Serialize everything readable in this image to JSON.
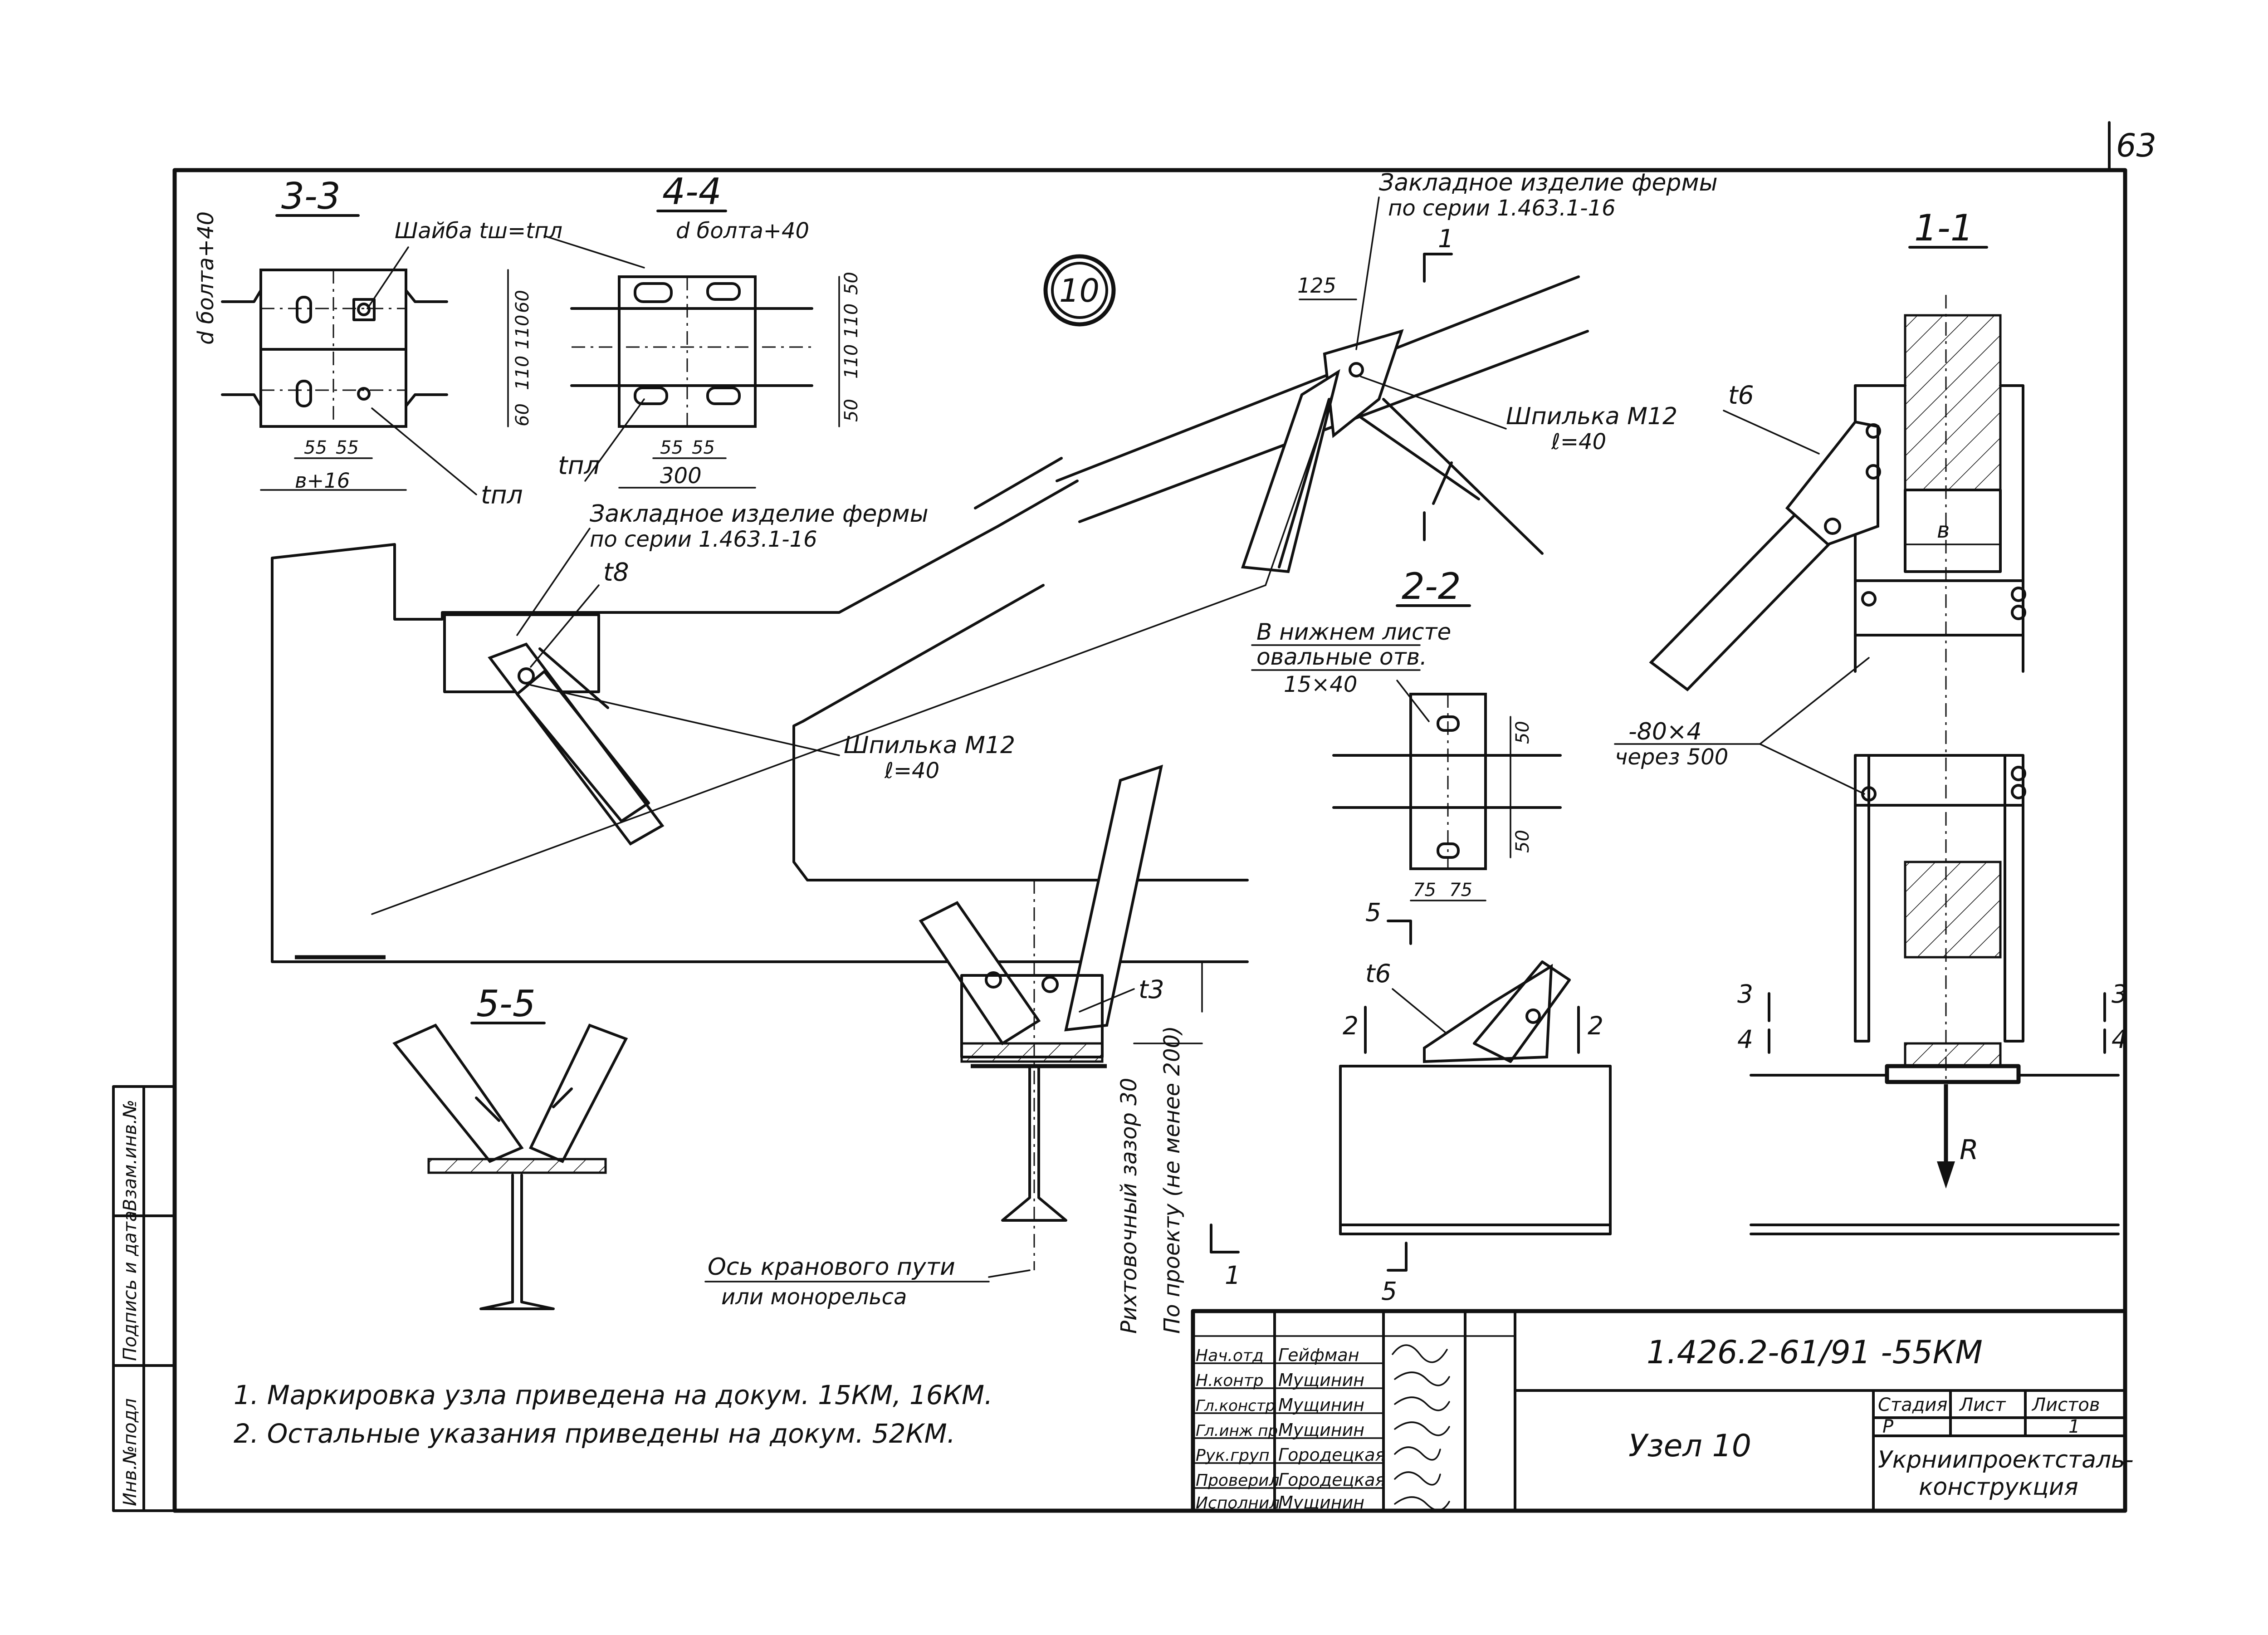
{
  "sheet": {
    "page_number": "63",
    "node_number": "10"
  },
  "sections": {
    "s33": {
      "title": "3-3",
      "dim_bolt": "d болта+40",
      "washer": "Шайба tш=tпл",
      "dims_v": [
        "60",
        "110",
        "110",
        "60"
      ],
      "dims_h": [
        "55",
        "55"
      ],
      "dim_b": "в+16",
      "plate": "tпл"
    },
    "s44": {
      "title": "4-4",
      "dim_bolt": "d болта+40",
      "dims_v": [
        "50",
        "110",
        "110",
        "50"
      ],
      "dims_h": [
        "55",
        "55"
      ],
      "dim_total": "300",
      "plate": "tпл"
    },
    "s55": {
      "title": "5-5"
    },
    "s11": {
      "title": "1-1",
      "plate": "t6",
      "dim_b": "в",
      "strip": "-80×4",
      "strip_step": "через 500",
      "cut3": "3",
      "cut4": "4",
      "load": "R"
    },
    "s22": {
      "title": "2-2",
      "note_line1": "В нижнем листе",
      "note_line2": "овальные отв.",
      "note_line3": "15×40",
      "dims_v": [
        "50",
        "50"
      ],
      "dims_h": [
        "75",
        "75"
      ]
    },
    "elev": {
      "plate_t6": "t6",
      "cut2": "2",
      "cut5": "5"
    }
  },
  "callouts": {
    "embed_top_l1": "Закладное изделие фермы",
    "embed_top_l2": "по серии 1.463.1-16",
    "embed_mid_l1": "Закладное изделие фермы",
    "embed_mid_l2": "по серии 1.463.1-16",
    "stud_top_l1": "Шпилька М12",
    "stud_top_l2": "ℓ=40",
    "stud_mid_l1": "Шпилька М12",
    "stud_mid_l2": "ℓ=40",
    "t8": "t8",
    "t3": "t3",
    "dim_125": "125",
    "gap_l1": "Рихтовочный зазор 30",
    "gap_l2": "По проекту (не менее 200)",
    "axis_l1": "Ось кранового пути",
    "axis_l2": "или монорельса",
    "cut1_top": "1",
    "cut1_bottom": "1"
  },
  "notes": [
    "1. Маркировка узла приведена на докум. 15КМ, 16КМ.",
    "2. Остальные указания приведены на докум. 52КМ."
  ],
  "side_stamp": [
    "Инв.№подл",
    "Подпись и дата",
    "Взам.инв.№"
  ],
  "title_block": {
    "roles": [
      "Нач.отд",
      "Н.контр",
      "Гл.констр",
      "Гл.инж пр",
      "Рук.груп",
      "Проверил",
      "Исполнил"
    ],
    "names": [
      "Гейфман",
      "Мущинин",
      "Мущинин",
      "Мущинин",
      "Городецкая",
      "Городецкая",
      "Мущинин"
    ],
    "doc_code": "1.426.2-61/91 -55КМ",
    "sheet_title": "Узел 10",
    "stage_label": "Стадия",
    "sheet_label": "Лист",
    "sheets_label": "Листов",
    "stage": "Р",
    "sheet": "",
    "sheets": "1",
    "org_line1": "Укрниипроектсталь-",
    "org_line2": "конструкция"
  }
}
